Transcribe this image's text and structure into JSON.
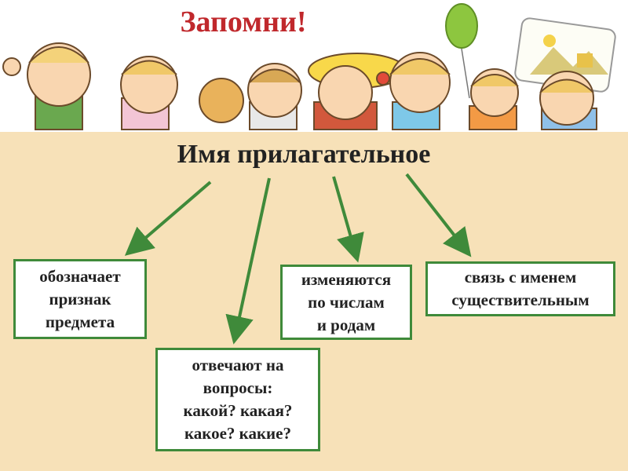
{
  "title": "Запомни!",
  "heading": "Имя прилагательное",
  "boxes": [
    {
      "lines": [
        "обозначает",
        "признак",
        "предмета"
      ]
    },
    {
      "lines": [
        "отвечают на",
        "вопросы:",
        "какой? какая?",
        "какое? какие?"
      ]
    },
    {
      "lines": [
        "изменяются",
        "по числам",
        "и родам"
      ]
    },
    {
      "lines": [
        "связь с именем",
        "существительным"
      ]
    }
  ],
  "colors": {
    "title": "#c0282c",
    "arrow": "#3f8a3a",
    "box_border": "#3f8a3a",
    "panel": "#f7e1b8"
  }
}
